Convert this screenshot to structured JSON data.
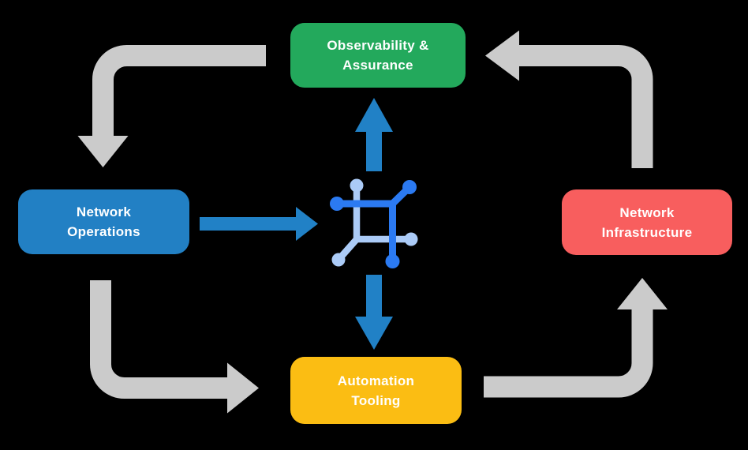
{
  "colors": {
    "background": "#000000",
    "observability_green": "#23a95c",
    "operations_blue": "#2280c4",
    "infrastructure_red": "#f85e5e",
    "tooling_yellow": "#fbbd13",
    "cycle_arrow_gray": "#cbcbcb",
    "accent_arrow_blue": "#2181c6",
    "icon_dark_blue": "#2b7af2",
    "icon_light_blue": "#abcbf7",
    "label_text": "#ffffff"
  },
  "nodes": {
    "observability": {
      "lines": [
        "Observability &",
        "Assurance"
      ]
    },
    "operations": {
      "lines": [
        "Network",
        "Operations"
      ]
    },
    "infrastructure": {
      "lines": [
        "Network",
        "Infrastructure"
      ]
    },
    "tooling": {
      "lines": [
        "Automation",
        "Tooling"
      ]
    }
  },
  "center_icon": "network-automation-icon",
  "edges": {
    "cycle": [
      {
        "from": "Observability & Assurance",
        "to": "Network Operations"
      },
      {
        "from": "Network Operations",
        "to": "Automation Tooling"
      },
      {
        "from": "Automation Tooling",
        "to": "Network Infrastructure"
      },
      {
        "from": "Network Infrastructure",
        "to": "Observability & Assurance"
      }
    ],
    "accent": [
      {
        "from": "Network Operations",
        "to": "center-icon"
      },
      {
        "from": "center-icon",
        "to": "Observability & Assurance"
      },
      {
        "from": "center-icon",
        "to": "Automation Tooling"
      }
    ]
  }
}
